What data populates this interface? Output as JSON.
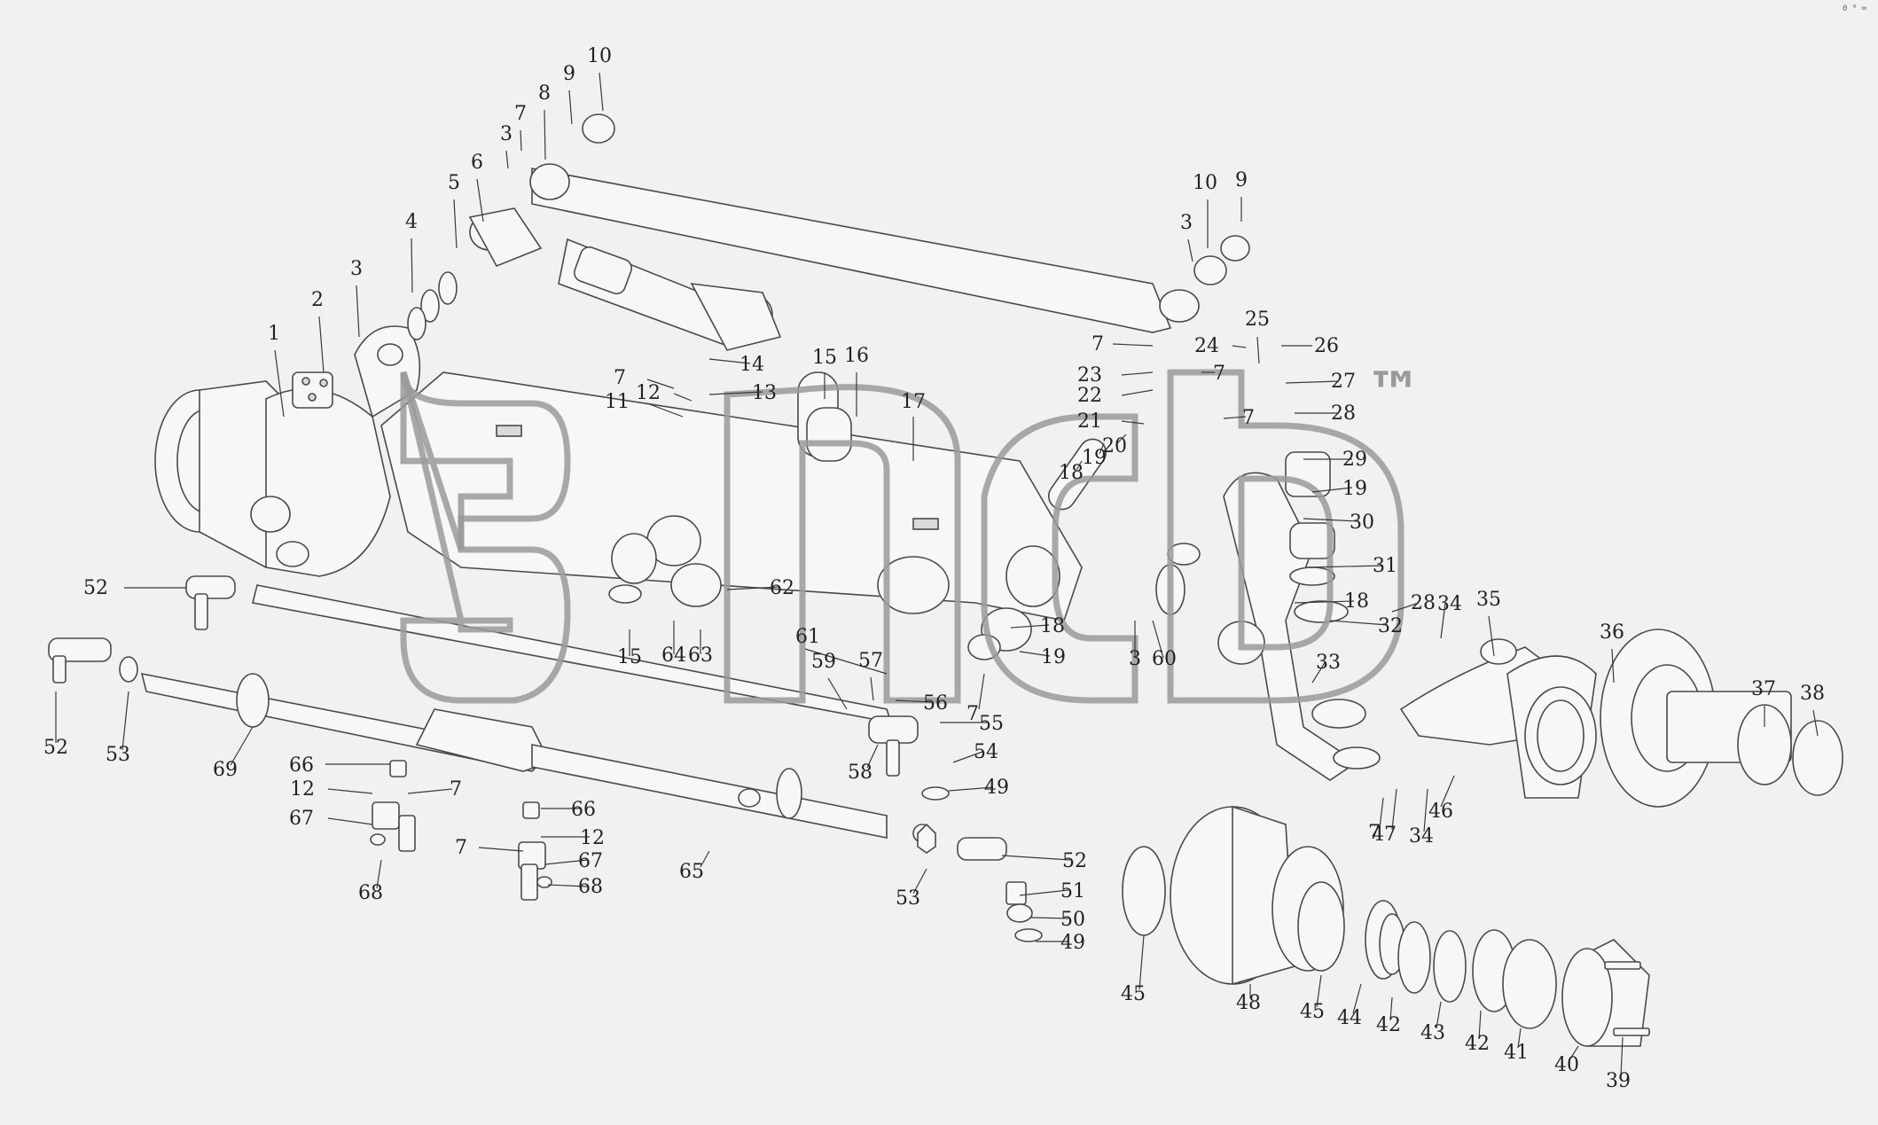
{
  "diagram": {
    "watermark_mark": "™",
    "corner_mark": "0 ⁰ ∞",
    "callouts": [
      {
        "n": "1"
      },
      {
        "n": "2"
      },
      {
        "n": "3"
      },
      {
        "n": "4"
      },
      {
        "n": "5"
      },
      {
        "n": "6"
      },
      {
        "n": "3"
      },
      {
        "n": "7"
      },
      {
        "n": "8"
      },
      {
        "n": "9"
      },
      {
        "n": "10"
      },
      {
        "n": "10"
      },
      {
        "n": "9"
      },
      {
        "n": "3"
      },
      {
        "n": "14"
      },
      {
        "n": "7"
      },
      {
        "n": "12"
      },
      {
        "n": "13"
      },
      {
        "n": "11"
      },
      {
        "n": "15"
      },
      {
        "n": "16"
      },
      {
        "n": "17"
      },
      {
        "n": "7"
      },
      {
        "n": "24"
      },
      {
        "n": "25"
      },
      {
        "n": "26"
      },
      {
        "n": "23"
      },
      {
        "n": "7"
      },
      {
        "n": "27"
      },
      {
        "n": "22"
      },
      {
        "n": "7"
      },
      {
        "n": "28"
      },
      {
        "n": "21"
      },
      {
        "n": "20"
      },
      {
        "n": "19"
      },
      {
        "n": "18"
      },
      {
        "n": "29"
      },
      {
        "n": "19"
      },
      {
        "n": "30"
      },
      {
        "n": "31"
      },
      {
        "n": "18"
      },
      {
        "n": "28"
      },
      {
        "n": "34"
      },
      {
        "n": "32"
      },
      {
        "n": "35"
      },
      {
        "n": "36"
      },
      {
        "n": "33"
      },
      {
        "n": "37"
      },
      {
        "n": "38"
      },
      {
        "n": "52"
      },
      {
        "n": "62"
      },
      {
        "n": "15"
      },
      {
        "n": "64"
      },
      {
        "n": "63"
      },
      {
        "n": "61"
      },
      {
        "n": "18"
      },
      {
        "n": "19"
      },
      {
        "n": "3"
      },
      {
        "n": "60"
      },
      {
        "n": "52"
      },
      {
        "n": "53"
      },
      {
        "n": "69"
      },
      {
        "n": "59"
      },
      {
        "n": "57"
      },
      {
        "n": "56"
      },
      {
        "n": "7"
      },
      {
        "n": "55"
      },
      {
        "n": "54"
      },
      {
        "n": "58"
      },
      {
        "n": "49"
      },
      {
        "n": "66"
      },
      {
        "n": "12"
      },
      {
        "n": "7"
      },
      {
        "n": "67"
      },
      {
        "n": "68"
      },
      {
        "n": "66"
      },
      {
        "n": "12"
      },
      {
        "n": "7"
      },
      {
        "n": "67"
      },
      {
        "n": "68"
      },
      {
        "n": "65"
      },
      {
        "n": "53"
      },
      {
        "n": "52"
      },
      {
        "n": "51"
      },
      {
        "n": "50"
      },
      {
        "n": "49"
      },
      {
        "n": "7"
      },
      {
        "n": "47"
      },
      {
        "n": "34"
      },
      {
        "n": "46"
      },
      {
        "n": "45"
      },
      {
        "n": "48"
      },
      {
        "n": "45"
      },
      {
        "n": "44"
      },
      {
        "n": "42"
      },
      {
        "n": "43"
      },
      {
        "n": "42"
      },
      {
        "n": "41"
      },
      {
        "n": "40"
      },
      {
        "n": "39"
      }
    ]
  }
}
